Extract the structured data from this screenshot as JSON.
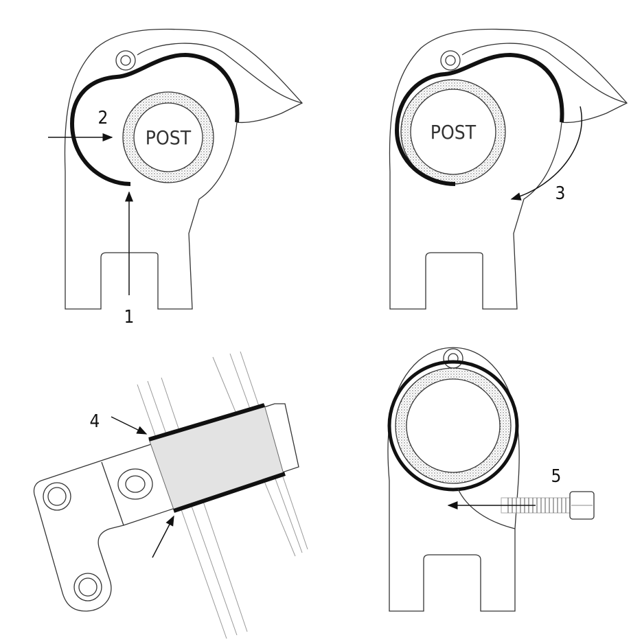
{
  "panels": {
    "step_1_2": {
      "post_label": "POST",
      "step_a": "1",
      "step_b": "2"
    },
    "step_3": {
      "post_label": "POST",
      "step": "3"
    },
    "step_4": {
      "step": "4"
    },
    "step_5": {
      "step": "5"
    }
  },
  "colors": {
    "strap": "#111111",
    "foam": "#e6e6e6",
    "outline": "#333333"
  }
}
